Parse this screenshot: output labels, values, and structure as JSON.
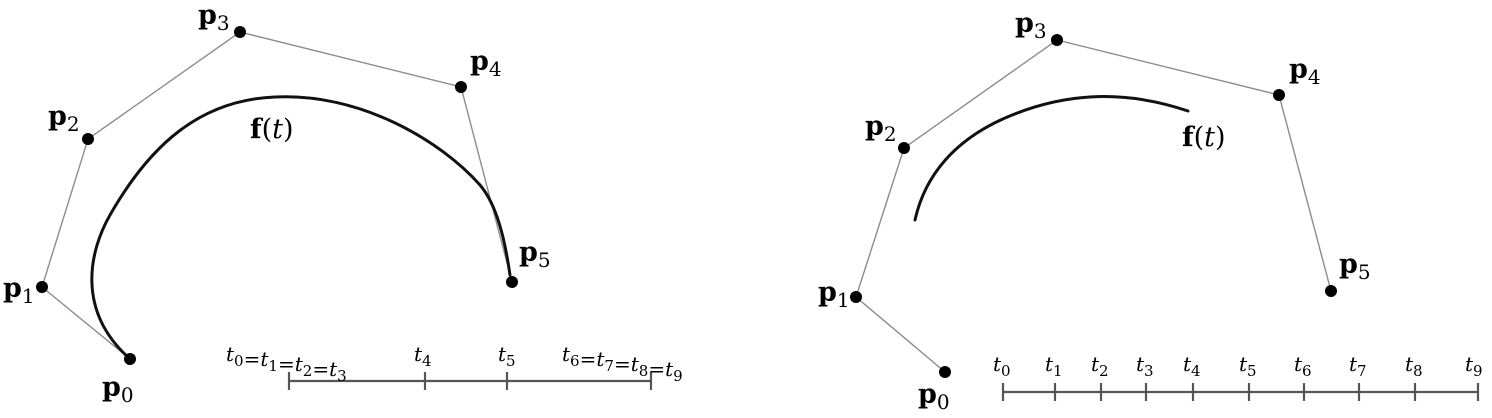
{
  "left": {
    "points": [
      {
        "base": "p",
        "sub": "0"
      },
      {
        "base": "p",
        "sub": "1"
      },
      {
        "base": "p",
        "sub": "2"
      },
      {
        "base": "p",
        "sub": "3"
      },
      {
        "base": "p",
        "sub": "4"
      },
      {
        "base": "p",
        "sub": "5"
      }
    ],
    "curve_label": {
      "f": "f",
      "open": "(",
      "t": "t",
      "close": ")"
    },
    "knots": [
      {
        "parts": [
          [
            "t",
            "0"
          ],
          [
            "=",
            ""
          ],
          [
            "t",
            "1"
          ],
          [
            "=",
            ""
          ],
          [
            "t",
            "2"
          ],
          [
            "=",
            ""
          ],
          [
            "t",
            "3"
          ]
        ]
      },
      {
        "parts": [
          [
            "t",
            "4"
          ]
        ]
      },
      {
        "parts": [
          [
            "t",
            "5"
          ]
        ]
      },
      {
        "parts": [
          [
            "t",
            "6"
          ],
          [
            "=",
            ""
          ],
          [
            "t",
            "7"
          ],
          [
            "=",
            ""
          ],
          [
            "t",
            "8"
          ],
          [
            "=",
            ""
          ],
          [
            "t",
            "9"
          ]
        ]
      }
    ]
  },
  "right": {
    "points": [
      {
        "base": "p",
        "sub": "0"
      },
      {
        "base": "p",
        "sub": "1"
      },
      {
        "base": "p",
        "sub": "2"
      },
      {
        "base": "p",
        "sub": "3"
      },
      {
        "base": "p",
        "sub": "4"
      },
      {
        "base": "p",
        "sub": "5"
      }
    ],
    "curve_label": {
      "f": "f",
      "open": "(",
      "t": "t",
      "close": ")"
    },
    "knots": [
      {
        "parts": [
          [
            "t",
            "0"
          ]
        ]
      },
      {
        "parts": [
          [
            "t",
            "1"
          ]
        ]
      },
      {
        "parts": [
          [
            "t",
            "2"
          ]
        ]
      },
      {
        "parts": [
          [
            "t",
            "3"
          ]
        ]
      },
      {
        "parts": [
          [
            "t",
            "4"
          ]
        ]
      },
      {
        "parts": [
          [
            "t",
            "5"
          ]
        ]
      },
      {
        "parts": [
          [
            "t",
            "6"
          ]
        ]
      },
      {
        "parts": [
          [
            "t",
            "7"
          ]
        ]
      },
      {
        "parts": [
          [
            "t",
            "8"
          ]
        ]
      },
      {
        "parts": [
          [
            "t",
            "9"
          ]
        ]
      }
    ]
  }
}
